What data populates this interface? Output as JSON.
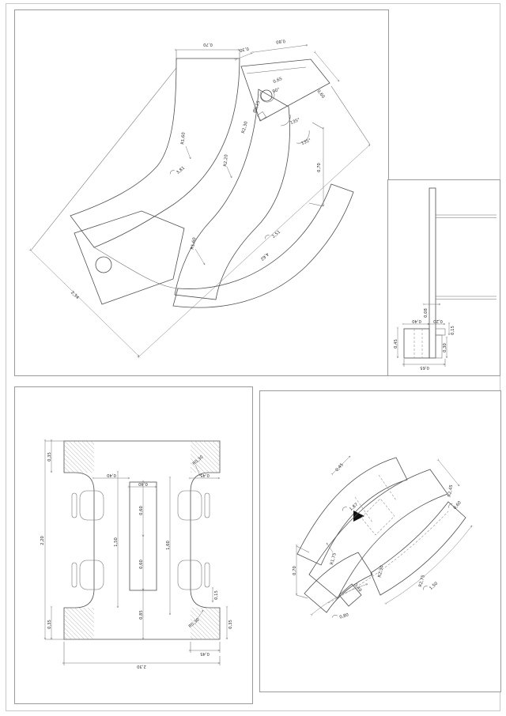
{
  "sheet": {
    "background": "#ffffff",
    "line_color": "#4f4f4f",
    "hatch_color": "#b4b4b4",
    "text_color": "#2e2e2e"
  },
  "panel1": {
    "title": "curved-desk-top-view",
    "dims": {
      "top_width": "0,70",
      "seg_030": "0,30",
      "seg_080": "0,80",
      "seg_065": "0,65",
      "seg_060": "0,60",
      "angle_90": "90°",
      "hole_dia": "Ø0,15",
      "radius_r230": "R2,30",
      "angle_135_a": "135°",
      "angle_135_b": "135°",
      "side_070": "0,70",
      "radius_r160_top": "R1,60",
      "radius_r220": "R2,20",
      "arc_381": "3,81",
      "radius_r160_bottom": "R1,60",
      "arc_251": "2,51",
      "diag_462": "4,62",
      "diag_234": "2,34"
    }
  },
  "panel2": {
    "title": "wall-section-detail",
    "dims": {
      "wall_thickness": "0,08",
      "width_040": "0,40",
      "width_020": "0,20",
      "height_015": "0,15",
      "height_045": "0,45",
      "height_030": "0,30",
      "total_065": "0,65"
    }
  },
  "panel3": {
    "title": "table-plan-with-chairs",
    "dims": {
      "corner_top_left": "0,35",
      "height_220": "2,20",
      "corner_bottom_left": "0,35",
      "offset_040": "0,40",
      "slot_width": "0,40",
      "fillet_top_right": "R0,30",
      "notch_depth_top": "0,45",
      "slot_half_top": "0,60",
      "slot_half_bottom": "0,60",
      "left_span": "1,50",
      "right_span": "1,60",
      "bottom_span": "0,85",
      "step_015": "0,15",
      "fillet_bottom_right": "R0,30",
      "corner_bottom_right": "0,35",
      "notch_depth_bottom": "0,45",
      "width_230": "2,30"
    }
  },
  "panel4": {
    "title": "curved-segments-detail",
    "dims": {
      "band_width": "0,45",
      "arc_187": "1,87",
      "height_070": "0,70",
      "radius_r175": "R1,75",
      "connector_040": "0,40",
      "arc_080": "0,80",
      "radius_r230": "R2,30",
      "radius_r275": "R2,75",
      "arc_150": "1,50",
      "radius_r245": "R2,45",
      "arc_060": "0,60"
    }
  }
}
